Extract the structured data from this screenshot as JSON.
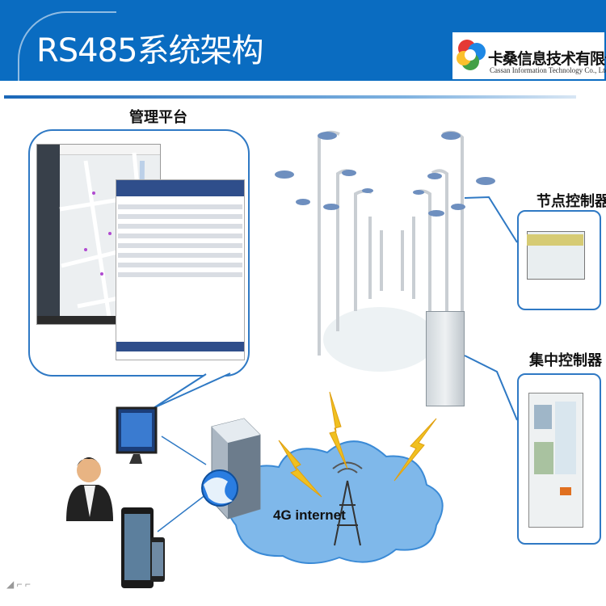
{
  "header": {
    "title": "RS485系统架构",
    "company_cn": "卡桑信息技术有限公司",
    "company_en": "Cassan Information Technology Co., Ltd",
    "background": "#0a6cc1"
  },
  "labels": {
    "platform": "管理平台",
    "node_controller": "节点控制器",
    "concentrator": "集中控制器",
    "network": "4G internet"
  },
  "colors": {
    "accent": "#2f79c4",
    "lightning": "#f0c020",
    "cloud": "#7fb8ea"
  },
  "icons": [
    "company-logo-icon",
    "monitor-icon",
    "server-icon",
    "globe-icon",
    "user-icon",
    "tablet-icon",
    "phone-icon",
    "cell-tower-icon",
    "lightning-icon",
    "street-lamp-icon",
    "control-cabinet-icon"
  ]
}
